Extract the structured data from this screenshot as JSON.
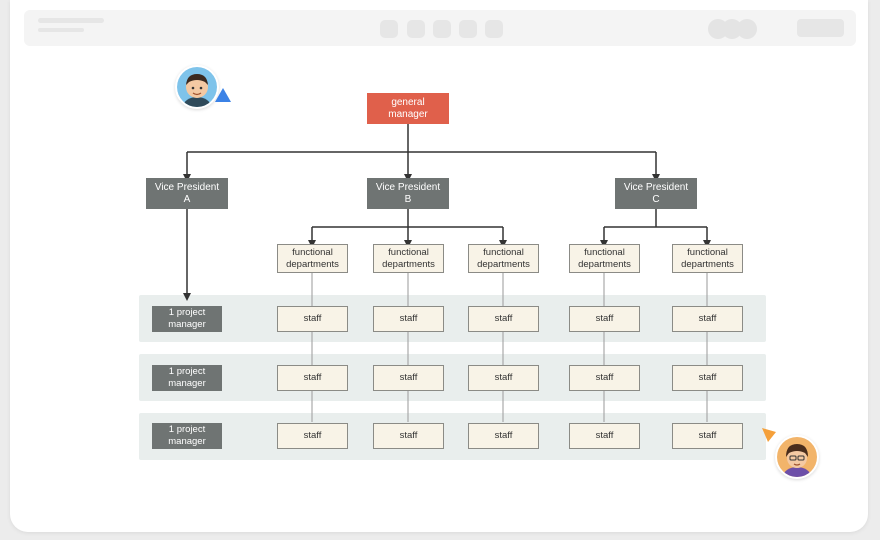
{
  "chart": {
    "general_manager": "general\nmanager",
    "vice_presidents": [
      "Vice President\nA",
      "Vice President\nB",
      "Vice President\nC"
    ],
    "functional_departments": [
      "functional\ndepartments",
      "functional\ndepartments",
      "functional\ndepartments",
      "functional\ndepartments",
      "functional\ndepartments"
    ],
    "project_rows": [
      {
        "manager": "1 project\nmanager",
        "staff": [
          "staff",
          "staff",
          "staff",
          "staff",
          "staff"
        ]
      },
      {
        "manager": "1 project\nmanager",
        "staff": [
          "staff",
          "staff",
          "staff",
          "staff",
          "staff"
        ]
      },
      {
        "manager": "1 project\nmanager",
        "staff": [
          "staff",
          "staff",
          "staff",
          "staff",
          "staff"
        ]
      }
    ]
  },
  "colors": {
    "general_manager": "#e0604b",
    "vice_president": "#6f7473",
    "box_fill": "#f8f3e7",
    "band": "#e9eeed",
    "connector": "#333333"
  },
  "cursors": {
    "left_cursor_color": "#3b82e6",
    "right_cursor_color": "#f5a03a"
  }
}
